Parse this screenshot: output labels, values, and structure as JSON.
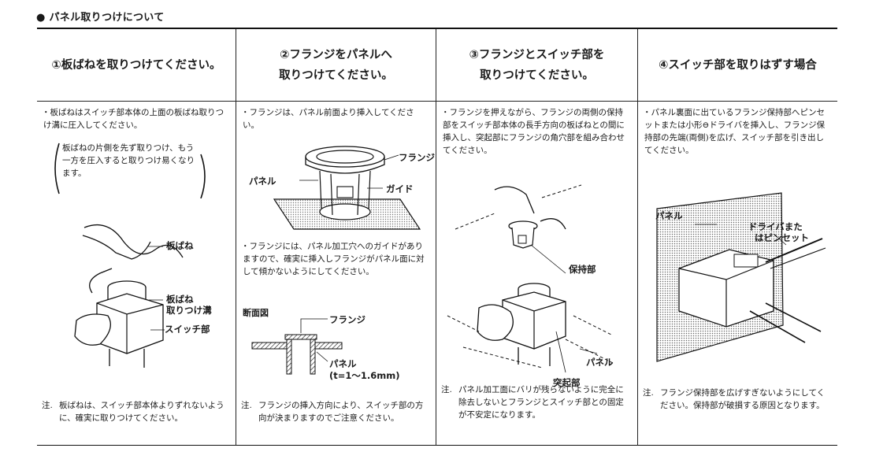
{
  "section_title": "● パネル取りつけについて",
  "headers": [
    {
      "lines": [
        "①板ばねを取りつけてください。"
      ]
    },
    {
      "lines": [
        "②フランジをパネルへ",
        "取りつけてください。"
      ]
    },
    {
      "lines": [
        "③フランジとスイッチ部を",
        "取りつけてください。"
      ]
    },
    {
      "lines": [
        "④スイッチ部を取りはずす場合"
      ]
    }
  ],
  "col1": {
    "bullet": "板ばねはスイッチ部本体の上面の板ばね取りつけ溝に圧入してください。",
    "paren": "板ばねの片側を先ず取りつけ、もう一方を圧入すると取りつけ易くなります。",
    "labels": {
      "spring": "板ばね",
      "groove": "板ばね\n取りつけ溝",
      "switch": "スイッチ部"
    },
    "note_mark": "注.",
    "note": "板ばねは、スイッチ部本体よりずれないように、確実に取りつけてください。"
  },
  "col2": {
    "bullet1": "フランジは、パネル前面より挿入してください。",
    "labels1": {
      "flange": "フランジ",
      "panel": "パネル",
      "guide": "ガイド"
    },
    "bullet2": "フランジには、パネル加工穴へのガイドがありますので、確実に挿入しフランジがパネル面に対して傾かないようにしてください。",
    "labels2": {
      "section": "断面図",
      "flange": "フランジ",
      "panel": "パネル",
      "thickness": "(t=1～1.6mm)"
    },
    "note_mark": "注.",
    "note": "フランジの挿入方向により、スイッチ部の方向が決まりますのでご注意ください。"
  },
  "col3": {
    "bullet": "フランジを押えながら、フランジの両側の保持部をスイッチ部本体の長手方向の板ばねとの間に挿入し、突起部にフランジの角穴部を組み合わせてください。",
    "labels": {
      "holder": "保持部",
      "panel": "パネル",
      "protrusion": "突起部"
    },
    "note_mark": "注.",
    "note": "パネル加工面にバリが残らないように完全に除去しないとフランジとスイッチ部との固定が不安定になります。"
  },
  "col4": {
    "bullet": "パネル裏面に出ているフランジ保持部へピンセットまたは小形⊖ドライバを挿入し、フランジ保持部の先端(両側)を広げ、スイッチ部を引き出してください。",
    "labels": {
      "panel": "パネル",
      "tool_line1": "ドライバまた",
      "tool_line2": "はピンセット"
    },
    "note_mark": "注.",
    "note": "フランジ保持部を広げすぎないようにしてください。保持部が破損する原因となります。"
  }
}
